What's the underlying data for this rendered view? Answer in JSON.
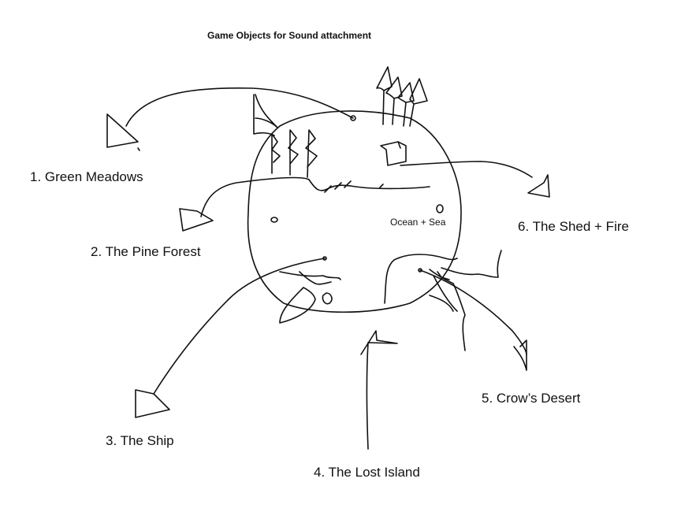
{
  "title": "Game Objects for Sound attachment",
  "map_label": "Ocean + Sea",
  "objects": [
    {
      "label": "1. Green Meadows"
    },
    {
      "label": "2. The Pine Forest"
    },
    {
      "label": "3. The Ship"
    },
    {
      "label": "4. The Lost Island"
    },
    {
      "label": "5. Crow’s Desert"
    },
    {
      "label": "6. The Shed + Fire"
    }
  ],
  "stroke_color": "#111111",
  "background_color": "#ffffff"
}
